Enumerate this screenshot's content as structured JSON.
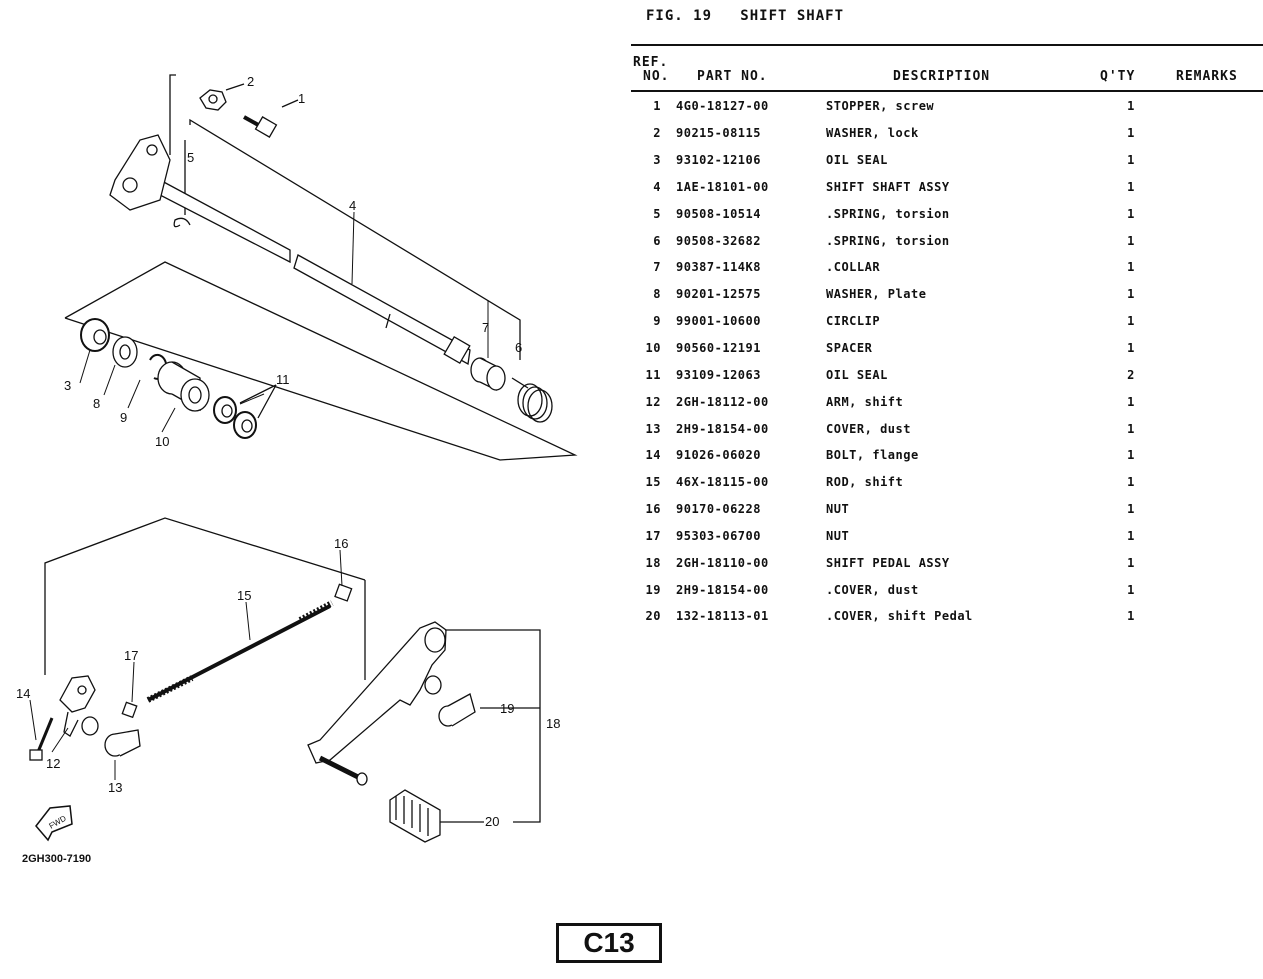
{
  "figure": {
    "title": "FIG. 19   SHIFT SHAFT"
  },
  "table": {
    "headers": {
      "ref_line1": "REF.",
      "ref_line2": "NO.",
      "part_no": "PART NO.",
      "description": "DESCRIPTION",
      "qty": "Q'TY",
      "remarks": "REMARKS"
    },
    "rows": [
      {
        "ref": "1",
        "part_no": "4G0-18127-00",
        "description": "STOPPER, screw",
        "qty": "1",
        "remarks": ""
      },
      {
        "ref": "2",
        "part_no": "90215-08115",
        "description": "WASHER, lock",
        "qty": "1",
        "remarks": ""
      },
      {
        "ref": "3",
        "part_no": "93102-12106",
        "description": "OIL SEAL",
        "qty": "1",
        "remarks": ""
      },
      {
        "ref": "4",
        "part_no": "1AE-18101-00",
        "description": "SHIFT SHAFT ASSY",
        "qty": "1",
        "remarks": ""
      },
      {
        "ref": "5",
        "part_no": "90508-10514",
        "description": ".SPRING, torsion",
        "qty": "1",
        "remarks": ""
      },
      {
        "ref": "6",
        "part_no": "90508-32682",
        "description": ".SPRING, torsion",
        "qty": "1",
        "remarks": ""
      },
      {
        "ref": "7",
        "part_no": "90387-114K8",
        "description": ".COLLAR",
        "qty": "1",
        "remarks": ""
      },
      {
        "ref": "8",
        "part_no": "90201-12575",
        "description": "WASHER, Plate",
        "qty": "1",
        "remarks": ""
      },
      {
        "ref": "9",
        "part_no": "99001-10600",
        "description": "CIRCLIP",
        "qty": "1",
        "remarks": ""
      },
      {
        "ref": "10",
        "part_no": "90560-12191",
        "description": "SPACER",
        "qty": "1",
        "remarks": ""
      },
      {
        "ref": "11",
        "part_no": "93109-12063",
        "description": "OIL SEAL",
        "qty": "2",
        "remarks": ""
      },
      {
        "ref": "12",
        "part_no": "2GH-18112-00",
        "description": "ARM, shift",
        "qty": "1",
        "remarks": ""
      },
      {
        "ref": "13",
        "part_no": "2H9-18154-00",
        "description": "COVER, dust",
        "qty": "1",
        "remarks": ""
      },
      {
        "ref": "14",
        "part_no": "91026-06020",
        "description": "BOLT, flange",
        "qty": "1",
        "remarks": ""
      },
      {
        "ref": "15",
        "part_no": "46X-18115-00",
        "description": "ROD, shift",
        "qty": "1",
        "remarks": ""
      },
      {
        "ref": "16",
        "part_no": "90170-06228",
        "description": "NUT",
        "qty": "1",
        "remarks": ""
      },
      {
        "ref": "17",
        "part_no": "95303-06700",
        "description": "NUT",
        "qty": "1",
        "remarks": ""
      },
      {
        "ref": "18",
        "part_no": "2GH-18110-00",
        "description": "SHIFT PEDAL ASSY",
        "qty": "1",
        "remarks": ""
      },
      {
        "ref": "19",
        "part_no": "2H9-18154-00",
        "description": ".COVER, dust",
        "qty": "1",
        "remarks": ""
      },
      {
        "ref": "20",
        "part_no": "132-18113-01",
        "description": ".COVER, shift Pedal",
        "qty": "1",
        "remarks": ""
      }
    ]
  },
  "diagram": {
    "callouts": [
      "1",
      "2",
      "3",
      "4",
      "5",
      "6",
      "7",
      "8",
      "9",
      "10",
      "11",
      "12",
      "13",
      "14",
      "15",
      "16",
      "17",
      "18",
      "19",
      "20"
    ],
    "fwd_arrow_label": "FWD",
    "drawing_code": "2GH300-7190"
  },
  "page_code": "C13"
}
